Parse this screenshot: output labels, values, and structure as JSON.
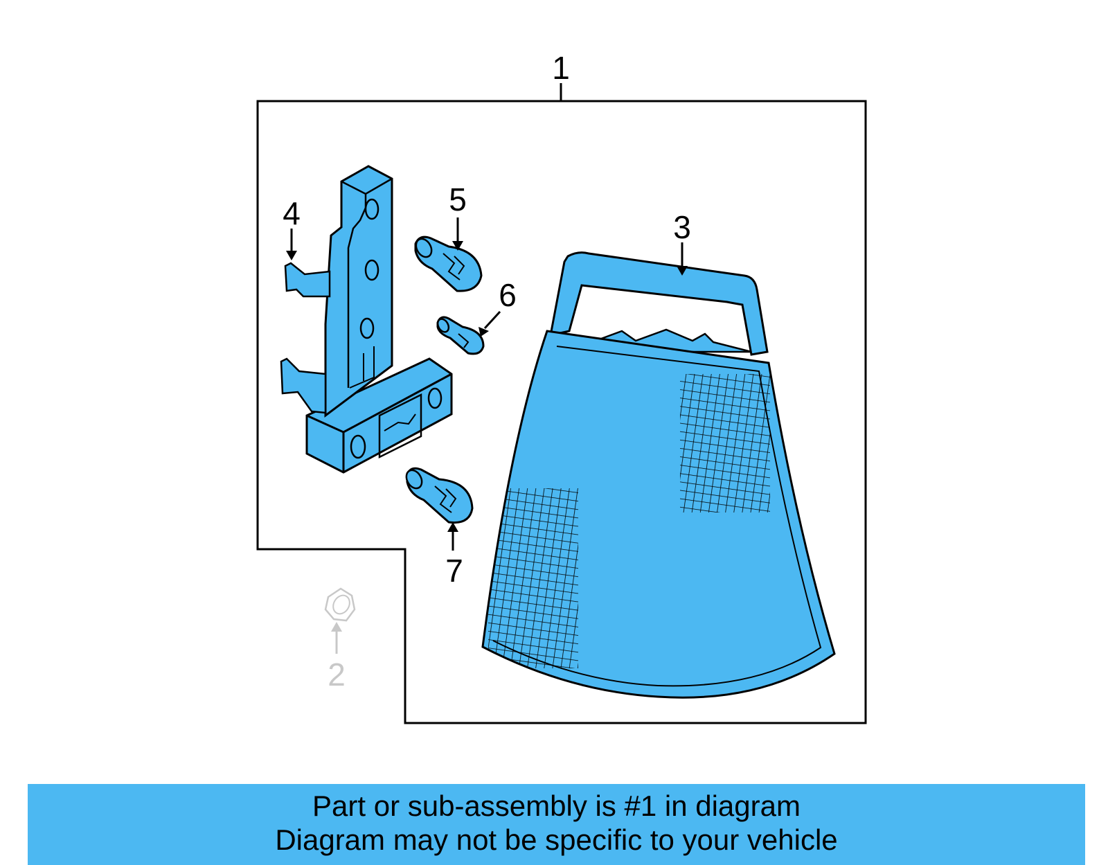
{
  "callouts": {
    "c1": "1",
    "c2": "2",
    "c3": "3",
    "c4": "4",
    "c5": "5",
    "c6": "6",
    "c7": "7"
  },
  "banner": {
    "line1": "Part or sub-assembly is #1 in diagram",
    "line2": "Diagram may not be specific to your vehicle"
  },
  "colors": {
    "part_fill": "#4cb8f2",
    "line": "#000000",
    "banner": "#4cb8f2",
    "dimmed_part": "#c8c8c8"
  }
}
